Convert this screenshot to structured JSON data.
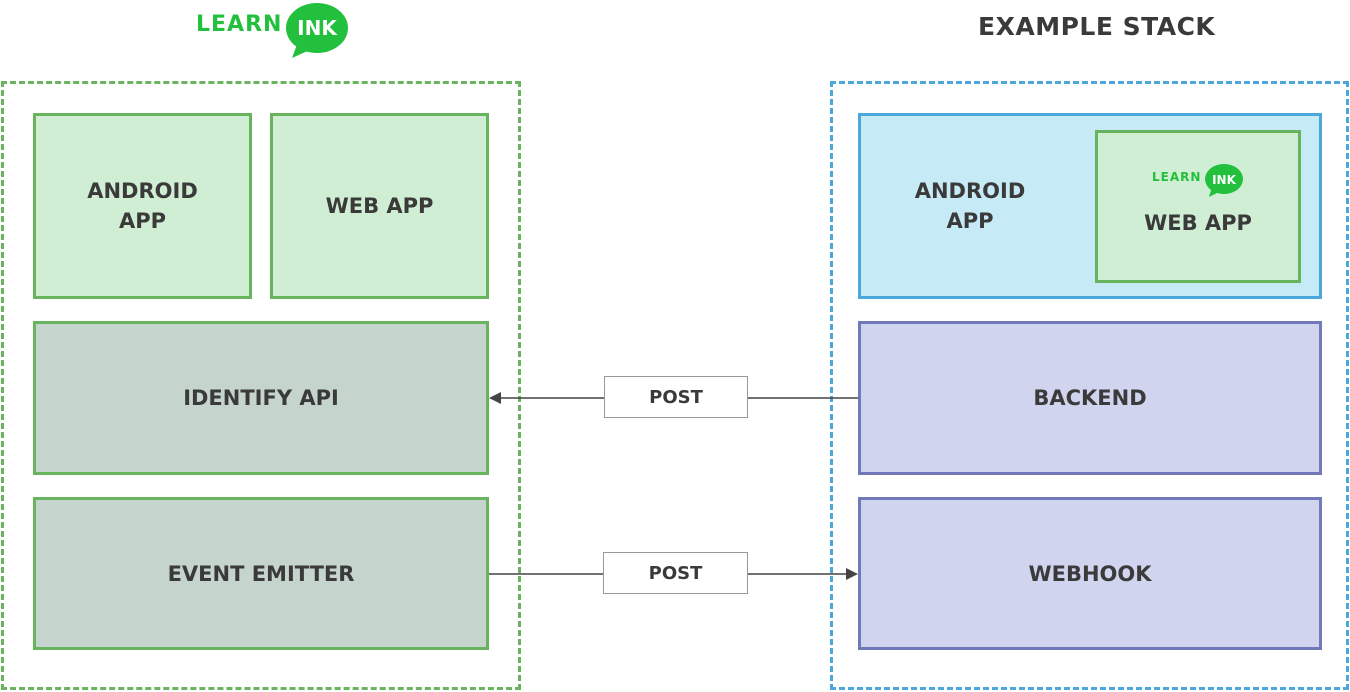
{
  "left_stack": {
    "logo": {
      "word": "LEARN",
      "bubble": "INK",
      "icon": "speech-bubble-logo"
    },
    "android_app": "ANDROID\nAPP",
    "web_app": "WEB APP",
    "identify_api": "IDENTIFY API",
    "event_emitter": "EVENT EMITTER"
  },
  "right_stack": {
    "title": "EXAMPLE STACK",
    "android_app": "ANDROID\nAPP",
    "web_app_logo": {
      "word": "LEARN",
      "bubble": "INK",
      "icon": "speech-bubble-logo"
    },
    "web_app": "WEB APP",
    "backend": "BACKEND",
    "webhook": "WEBHOOK"
  },
  "connections": [
    {
      "from": "BACKEND",
      "to": "IDENTIFY API",
      "label": "POST"
    },
    {
      "from": "EVENT EMITTER",
      "to": "WEBHOOK",
      "label": "POST"
    }
  ],
  "colors": {
    "brand_green": "#22c03c",
    "left_frame": "#6ab35f",
    "right_frame": "#4ba7dc",
    "app_box": "#d0eed3",
    "service_box": "#c5d4cc",
    "right_app_box": "#c7eaf7",
    "right_service_box": "#d0d4ef",
    "right_service_border": "#7179b9",
    "text": "#3a3a3a"
  }
}
